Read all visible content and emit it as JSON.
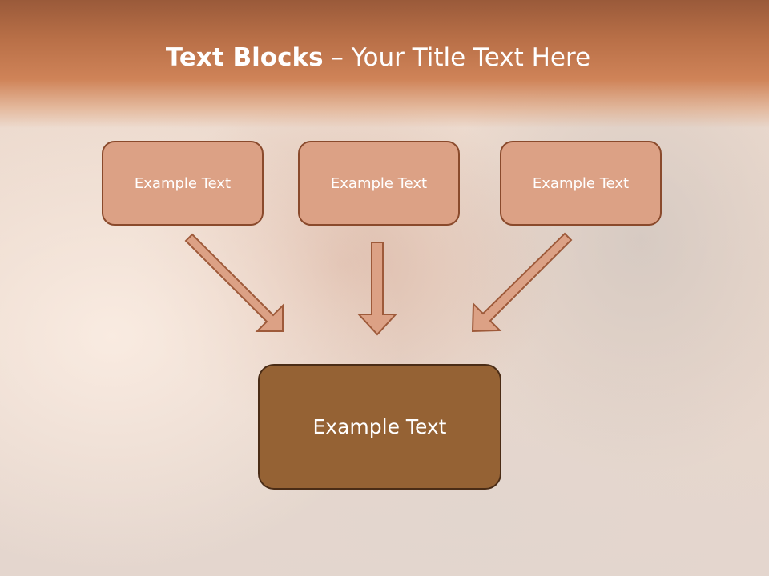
{
  "slide": {
    "title_bold": "Text Blocks",
    "title_separator": "–",
    "title_rest": "Your Title Text Here",
    "boxes": [
      {
        "label": "Example Text"
      },
      {
        "label": "Example Text"
      },
      {
        "label": "Example Text"
      }
    ],
    "target_box": {
      "label": "Example Text"
    }
  },
  "colors": {
    "header": "#c97a50",
    "box_fill": "#dca185",
    "box_border": "#8a4a2c",
    "target_fill": "#956234",
    "arrow_fill": "#dca185",
    "arrow_stroke": "#9e5a3a"
  }
}
